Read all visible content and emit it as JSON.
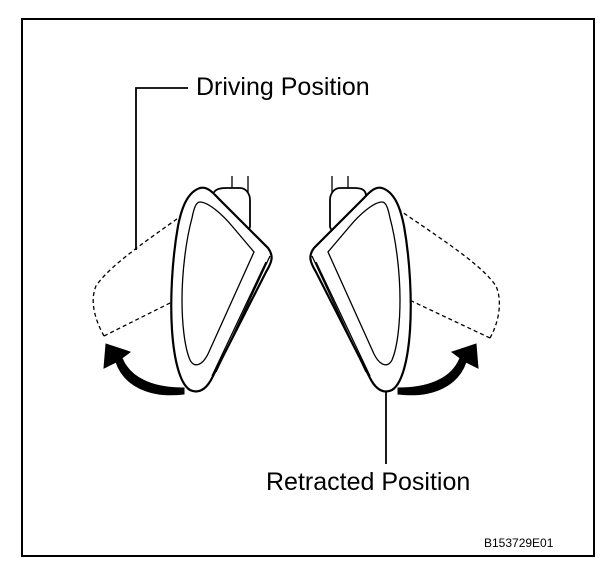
{
  "labels": {
    "driving_position": "Driving Position",
    "retracted_position": "Retracted Position",
    "figure_code": "B153729E01"
  },
  "colors": {
    "ink": "#000000",
    "background": "#ffffff"
  }
}
